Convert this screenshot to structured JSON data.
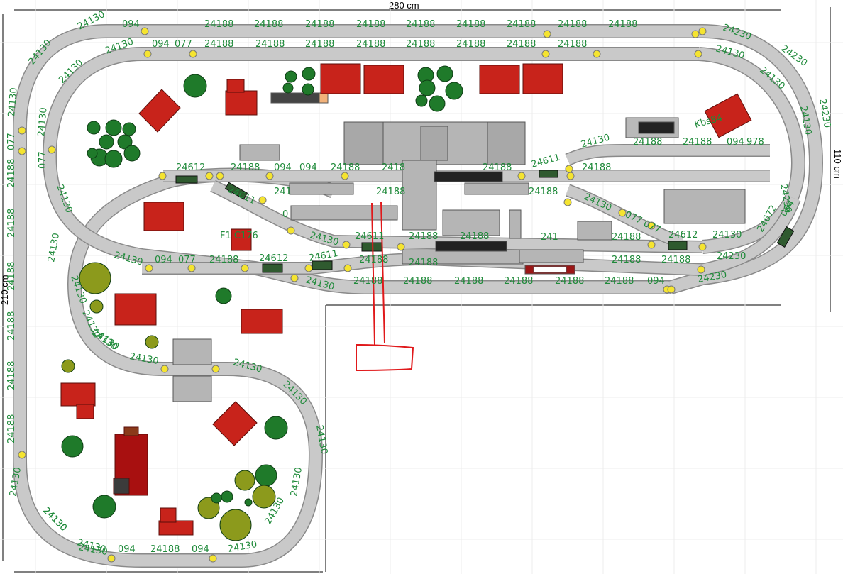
{
  "dimensions": {
    "width": "280 cm",
    "height": "210 cm",
    "depth_right": "110 cm"
  },
  "colors": {
    "track": "#c9c9c9",
    "track_edge": "#8a8a8a",
    "label": "#1f8a3a",
    "roof": "#c8231b",
    "tree": "#1f7a2a",
    "olive_tree": "#8c9a1c",
    "building_grey": "#b5b5b5",
    "joint": "#f5e430",
    "annotation": "#e0191b"
  },
  "labels": {
    "top_row1": [
      "24130",
      "094",
      "24188",
      "24188",
      "24188",
      "24188",
      "24188",
      "24188",
      "24188",
      "24188",
      "24188",
      "24230"
    ],
    "top_row2": [
      "24130",
      "094",
      "077",
      "24188",
      "24188",
      "24188",
      "24188",
      "24188",
      "24188",
      "24188",
      "24188",
      "24130"
    ],
    "left_side": [
      "24130",
      "24130",
      "24130",
      "077",
      "24188",
      "24188",
      "24188",
      "24188",
      "24188",
      "24188",
      "24130",
      "24130"
    ],
    "inner_left": [
      "24130",
      "077",
      "24130",
      "24130",
      "24130",
      "24130",
      "24130"
    ],
    "yard_upper": [
      "24612",
      "24188",
      "094",
      "094",
      "24188",
      "2418",
      "24188",
      "24188",
      "24611",
      "24130",
      "24188",
      "24188",
      "094",
      "978"
    ],
    "yard_mid": [
      "24611",
      "241",
      "24188",
      "0",
      "24188",
      "24130",
      "077",
      "077"
    ],
    "yard_lower": [
      "24130",
      "24611",
      "24188",
      "24188",
      "241",
      "24188",
      "24612",
      "24130",
      "24672",
      "064"
    ],
    "yard_bottom": [
      "24130",
      "094",
      "077",
      "24188",
      "24612",
      "24611",
      "24188",
      "24188",
      "24188",
      "24188",
      "24230"
    ],
    "bottom_row": [
      "24130",
      "24188",
      "24188",
      "24188",
      "24188",
      "24188",
      "24188",
      "094",
      "24230"
    ],
    "lower_loop": [
      "24130",
      "24130",
      "24130",
      "24130",
      "24130",
      "24130",
      "24130",
      "24130",
      "24130"
    ],
    "bottom_edge": [
      "24130",
      "094",
      "24188",
      "094",
      "24130"
    ],
    "right_curve": [
      "24230",
      "24130",
      "24130",
      "24230",
      "24230"
    ],
    "misc": [
      "F1 C176",
      "Kbs84"
    ]
  }
}
